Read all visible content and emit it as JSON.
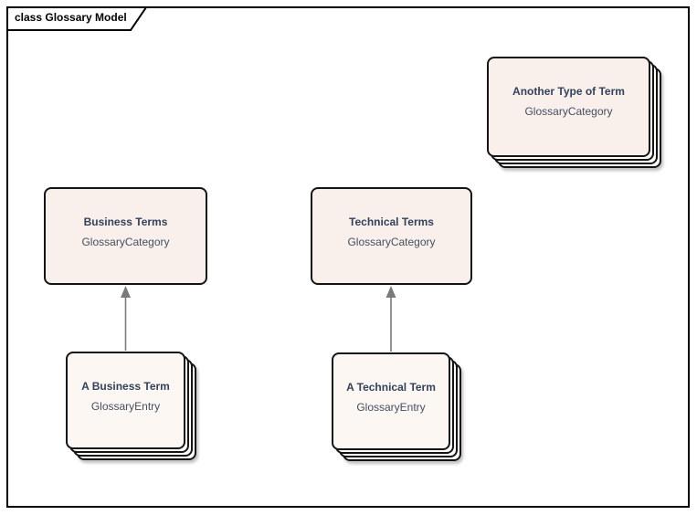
{
  "diagram": {
    "frame_label": "class Glossary Model"
  },
  "colors": {
    "background": "#ffffff",
    "frame_border": "#000000",
    "node_border": "#141414",
    "category_fill": "#f9efeb",
    "entry_fill": "#fcf7f2",
    "stack_layer_fill": "#fffdfb",
    "title_text": "#32425a",
    "subtitle_text": "#435061",
    "arrow": "#7a7a7a"
  },
  "nodes": [
    {
      "title": "Another Type of Term",
      "subtitle": "GlossaryCategory",
      "stacked": true
    },
    {
      "title": "Business Terms",
      "subtitle": "GlossaryCategory",
      "stacked": false
    },
    {
      "title": "Technical Terms",
      "subtitle": "GlossaryCategory",
      "stacked": false
    },
    {
      "title": "A Business Term",
      "subtitle": "GlossaryEntry",
      "stacked": true
    },
    {
      "title": "A Technical Term",
      "subtitle": "GlossaryEntry",
      "stacked": true
    }
  ],
  "edges": [
    {
      "from": "A Business Term",
      "to": "Business Terms",
      "style": "directed-arrow"
    },
    {
      "from": "A Technical Term",
      "to": "Technical Terms",
      "style": "directed-arrow"
    }
  ]
}
